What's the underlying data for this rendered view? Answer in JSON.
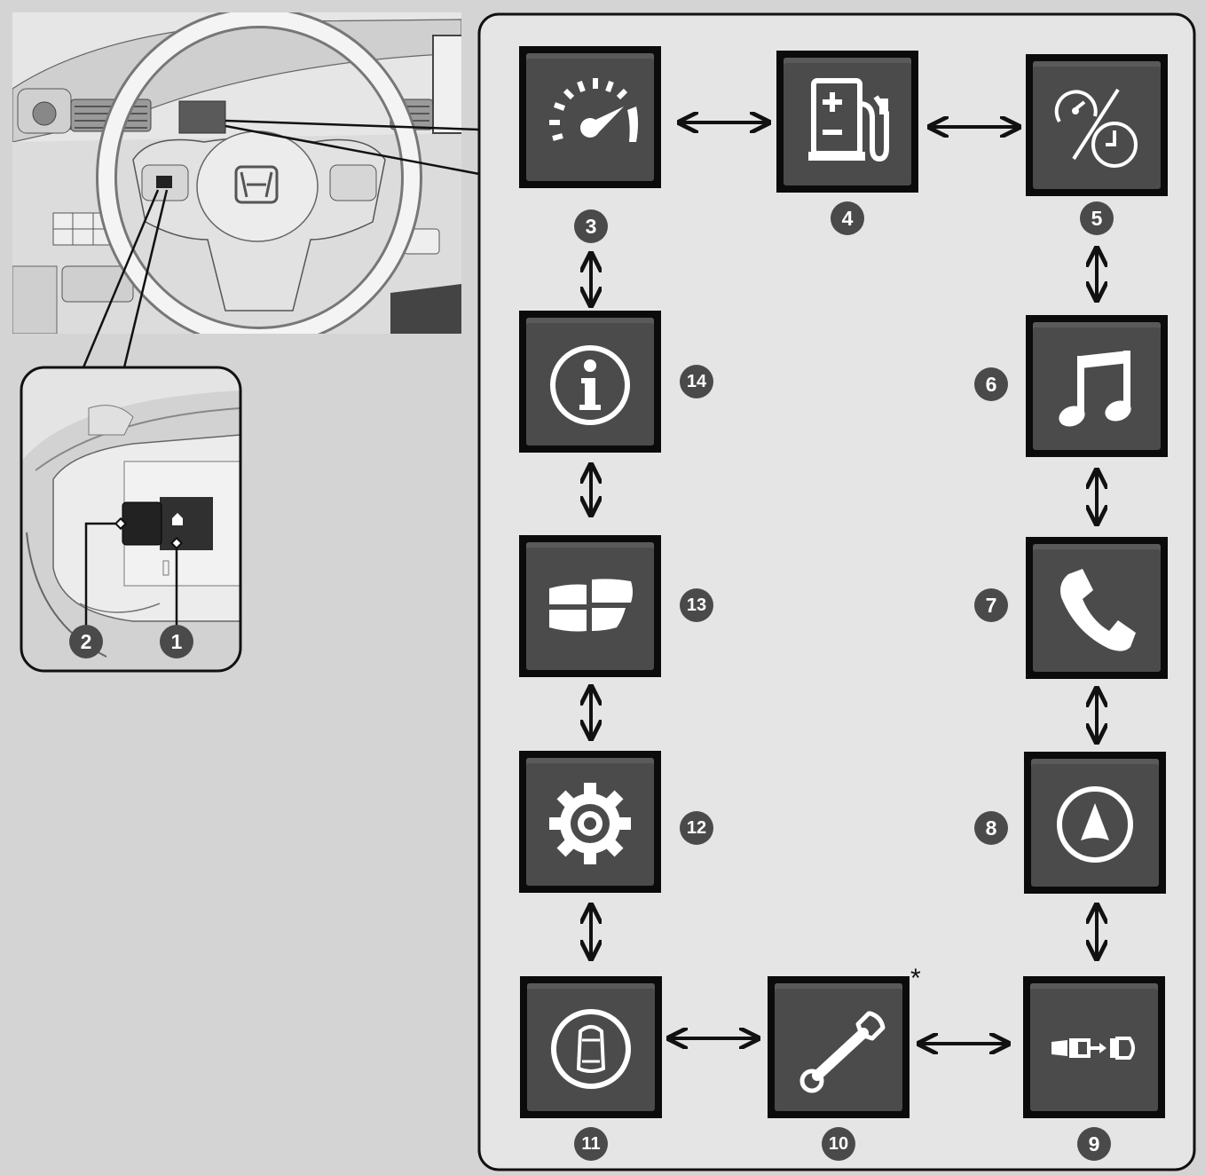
{
  "callouts": {
    "n1": "1",
    "n2": "2",
    "n3": "3",
    "n4": "4",
    "n5": "5",
    "n6": "6",
    "n7": "7",
    "n8": "8",
    "n9": "9",
    "n10": "10",
    "n11": "11",
    "n12": "12",
    "n13": "13",
    "n14": "14"
  },
  "note_mark": "*",
  "tiles": [
    {
      "id": "3",
      "icon": "speedometer-icon"
    },
    {
      "id": "4",
      "icon": "fuel-pump-icon"
    },
    {
      "id": "5",
      "icon": "trip-meter-clock-icon"
    },
    {
      "id": "6",
      "icon": "music-note-icon"
    },
    {
      "id": "7",
      "icon": "phone-icon"
    },
    {
      "id": "8",
      "icon": "navigation-compass-icon"
    },
    {
      "id": "9",
      "icon": "seatbelt-reminder-icon"
    },
    {
      "id": "10",
      "icon": "wrench-icon"
    },
    {
      "id": "11",
      "icon": "vehicle-safety-icon"
    },
    {
      "id": "12",
      "icon": "settings-gear-icon"
    },
    {
      "id": "13",
      "icon": "apps-grid-icon"
    },
    {
      "id": "14",
      "icon": "info-icon"
    }
  ],
  "colors": {
    "background": "#d4d4d5",
    "panel": "#e5e5e6",
    "tile_border": "#0b0b0b",
    "tile_face": "#4b4b4b",
    "callout": "#4a4a4a",
    "icon": "#ffffff"
  }
}
